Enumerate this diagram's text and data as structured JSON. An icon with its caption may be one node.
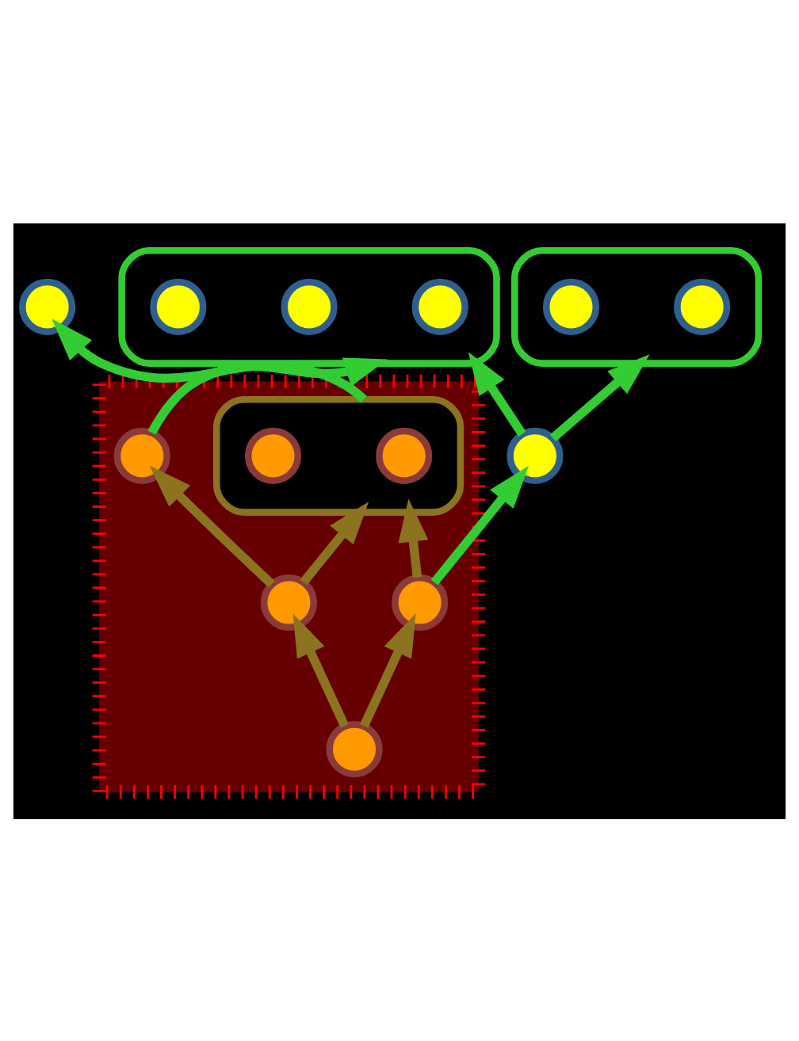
{
  "diagram": {
    "nodes": [
      {
        "text": [],
        "shape": "box"
      },
      {
        "text": [],
        "shape": "circle",
        "in": 0
      },
      {
        "text": [],
        "shape": "circle",
        "in": 0
      },
      {
        "text": [],
        "shape": "circle"
      },
      {
        "text": [],
        "shape": "box"
      },
      {
        "text": [],
        "shape": "circle",
        "in": 4
      },
      {
        "text": [],
        "shape": "circle",
        "in": 4
      },
      {
        "text": [],
        "shape": "circle",
        "in": 4
      },
      {
        "text": [],
        "shape": "polygon"
      },
      {
        "text": [],
        "shape": "circle"
      },
      {
        "text": [],
        "shape": "box",
        "in": 8
      },
      {
        "text": [],
        "shape": "circle",
        "in": 10
      },
      {
        "text": [],
        "shape": "circle",
        "in": 10
      },
      {
        "text": [],
        "shape": "circle",
        "in": 8
      },
      {
        "text": [],
        "shape": "circle",
        "in": 8
      },
      {
        "text": [],
        "shape": "circle",
        "in": 8
      },
      {
        "text": [],
        "shape": "circle",
        "in": 8
      }
    ],
    "edges": [
      {
        "from": 9,
        "to": 0,
        "arrow": "to",
        "color": "#33cc33"
      },
      {
        "from": 9,
        "to": 4,
        "arrow": "to",
        "color": "#33cc33"
      },
      {
        "from": 10,
        "to": 3,
        "arrow": "to",
        "color": "#33cc33"
      },
      {
        "from": 13,
        "to": 4,
        "arrow": "to",
        "color": "#33cc33"
      },
      {
        "from": 14,
        "to": 9,
        "arrow": "to",
        "color": "#33cc33"
      },
      {
        "from": 14,
        "to": 10,
        "arrow": "to",
        "color": "#8b7320"
      },
      {
        "from": 15,
        "to": 10,
        "arrow": "to",
        "color": "#8b7320"
      },
      {
        "from": 15,
        "to": 13,
        "arrow": "to",
        "color": "#8b7320"
      },
      {
        "from": 16,
        "to": 14,
        "arrow": "to",
        "color": "#8b7320"
      },
      {
        "from": 16,
        "to": 15,
        "arrow": "to",
        "color": "#8b7320"
      }
    ]
  }
}
